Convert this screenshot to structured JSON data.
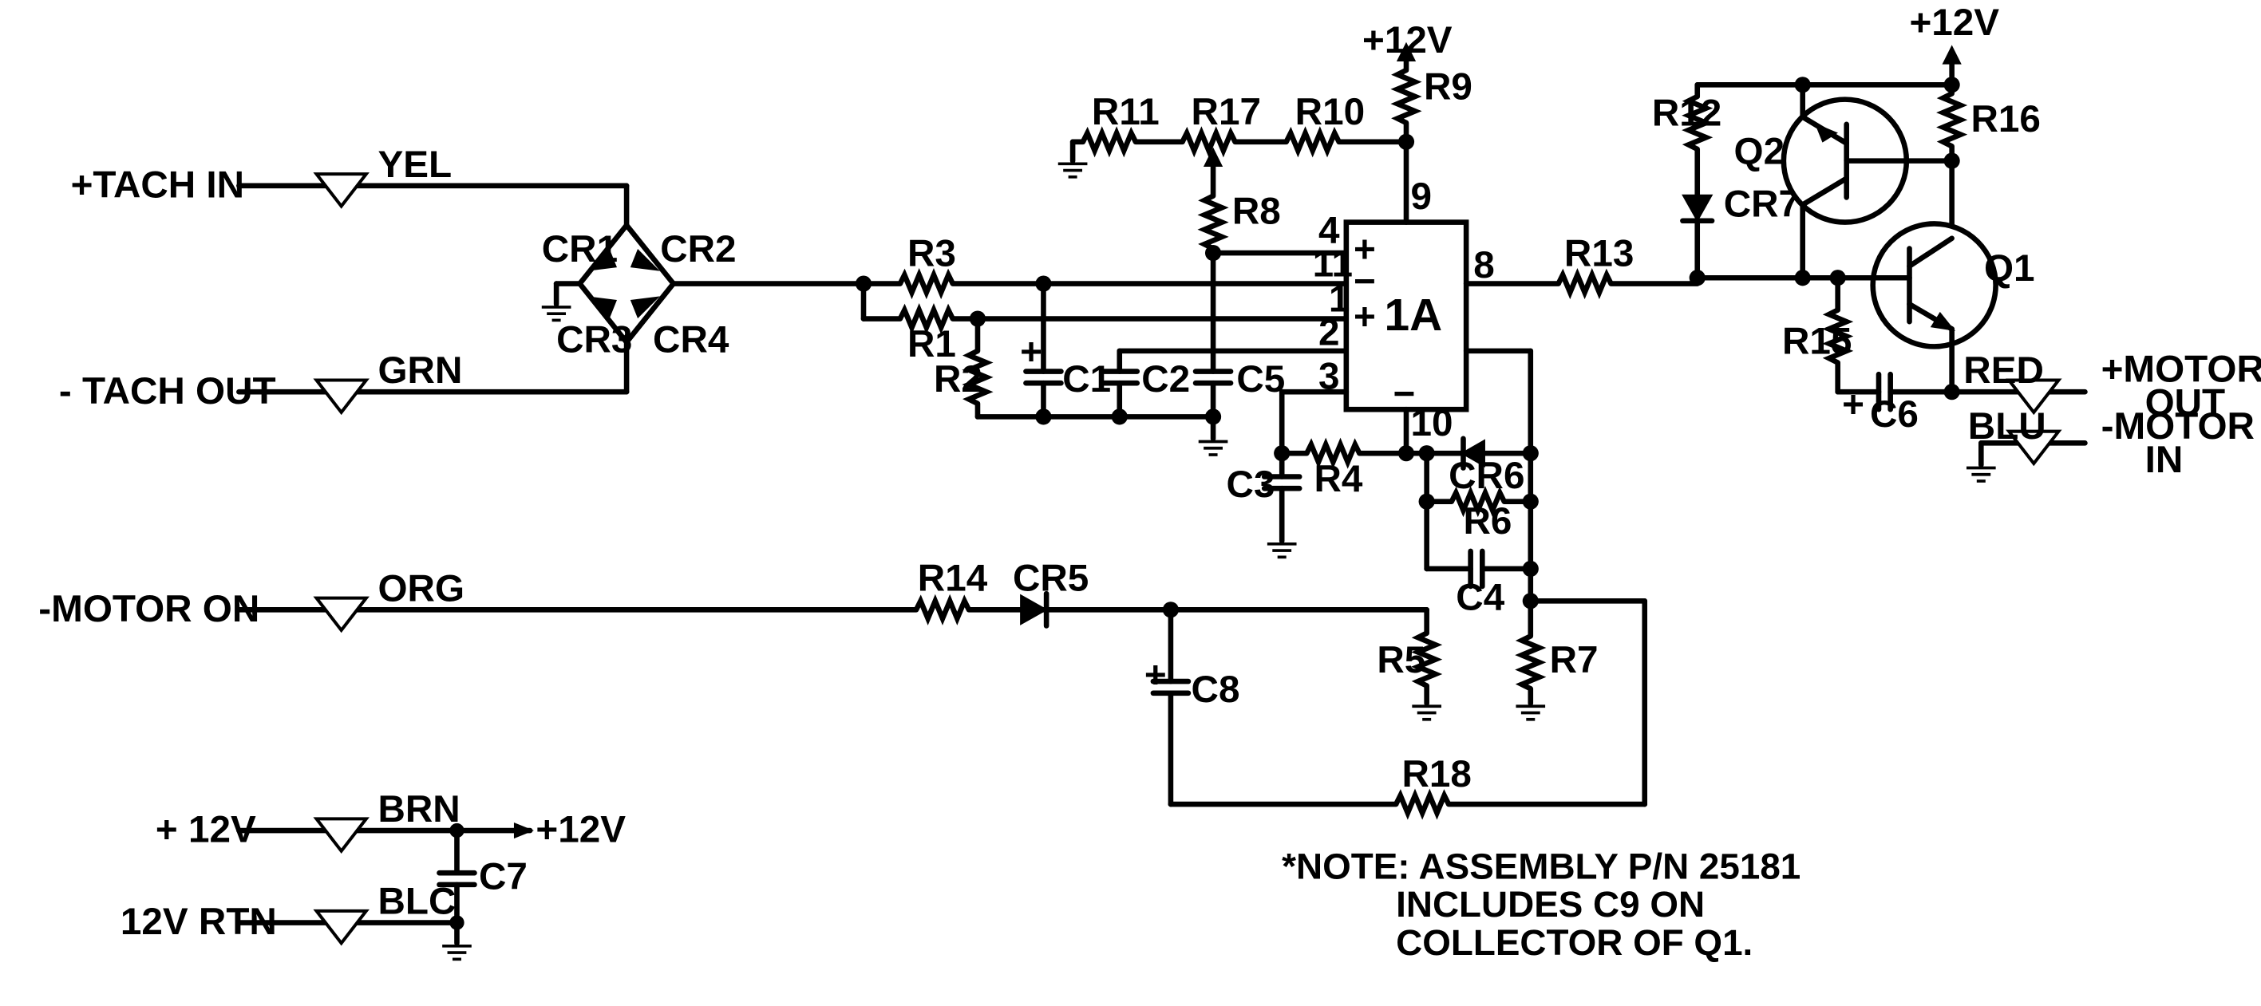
{
  "colors": {
    "ink": "#000000",
    "paper": "#ffffff"
  },
  "connectors": {
    "tach_in": {
      "signal": "+TACH IN",
      "wire": "YEL"
    },
    "tach_out": {
      "signal": "- TACH OUT",
      "wire": "GRN"
    },
    "motor_on": {
      "signal": "-MOTOR ON",
      "wire": "ORG"
    },
    "plus_12v": {
      "signal": "+ 12V",
      "wire": "BRN",
      "net": "+12V"
    },
    "rtn_12v": {
      "signal": "12V RTN",
      "wire": "BLC"
    },
    "motor_out": {
      "line1": "+MOTOR",
      "line2": "OUT",
      "wire": "RED"
    },
    "motor_in": {
      "line1": "-MOTOR",
      "line2": "IN",
      "wire": "BLU"
    }
  },
  "supplies": {
    "ic": "+12V",
    "output": "+12V"
  },
  "resistors": {
    "r1": "R1",
    "r2": "R2",
    "r3": "R3",
    "r4": "R4",
    "r5": "R5",
    "r6": "R6",
    "r7": "R7",
    "r8": "R8",
    "r9": "R9",
    "r10": "R10",
    "r11": "R11",
    "r12": "R12",
    "r13": "R13",
    "r14": "R14",
    "r15": "R15",
    "r16": "R16",
    "r17": "R17",
    "r18": "R18"
  },
  "capacitors": {
    "c1": "C1",
    "c2": "C2",
    "c3": "C3",
    "c4": "C4",
    "c5": "C5",
    "c6": "C6",
    "c7": "C7",
    "c8": "C8"
  },
  "diodes": {
    "cr1": "CR1",
    "cr2": "CR2",
    "cr3": "CR3",
    "cr4": "CR4",
    "cr5": "CR5",
    "cr6": "CR6",
    "cr7": "CR7"
  },
  "transistors": {
    "q1": "Q1",
    "q2": "Q2"
  },
  "ic": {
    "name": "1A",
    "pins": {
      "p2": "2",
      "p3": "3",
      "p4": "4",
      "p8": "8",
      "p9": "9",
      "p10": "10",
      "p11": "11",
      "p1": "1"
    },
    "signs": {
      "pin4": "+",
      "pin11": "−",
      "pin1": "+",
      "bottom": "−"
    }
  },
  "polarity": {
    "c1": "+",
    "c8": "+",
    "c6": "+"
  },
  "note": {
    "line1": "*NOTE: ASSEMBLY P/N 25181",
    "line2": "INCLUDES C9 ON",
    "line3": "COLLECTOR OF Q1."
  }
}
